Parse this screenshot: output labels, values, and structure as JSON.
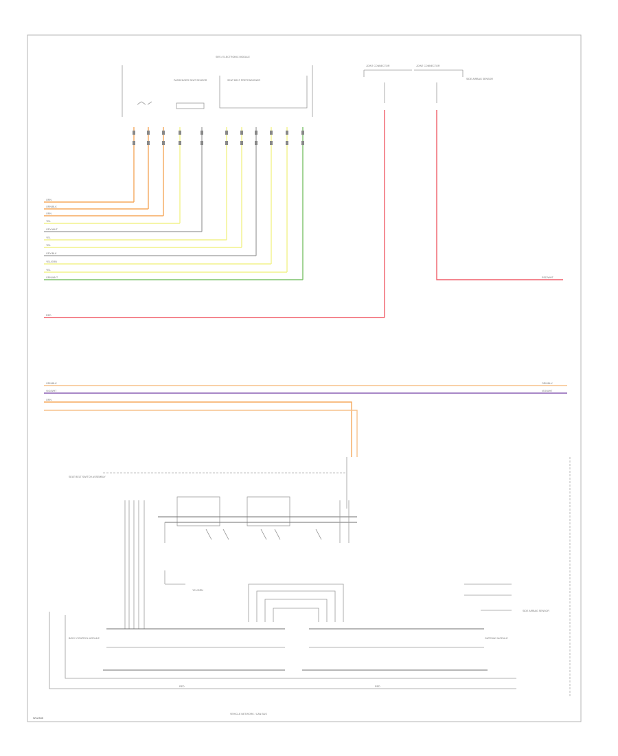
{
  "footer_code": "W12345",
  "colors": {
    "orange": "#f5a85c",
    "light_orange": "#f7c28c",
    "yellow": "#f2f28a",
    "grey": "#9a9a9a",
    "green": "#7cc26a",
    "red": "#f05f6a",
    "purple": "#8a5fb4",
    "tan": "#e6c79a"
  },
  "component_labels": {
    "top_center": "SRS / ELECTRONIC MODULE",
    "seat_sensor": "PASSENGER SEAT SENSOR",
    "pretensioner": "SEAT BELT PRETENSIONER",
    "connector_left": "JOINT CONNECTOR",
    "connector_right": "JOINT CONNECTOR",
    "right_side_note": "SIDE AIRBAG SENSOR",
    "mid_left": "SEAT BELT SWITCH ASSEMBLY",
    "bottom_left_module": "BODY CONTROL MODULE",
    "bottom_right_module": "GATEWAY MODULE",
    "bottom_caption": "VEHICLE NETWORK / CAN BUS"
  },
  "wire_labels": {
    "l1": "ORN",
    "l2": "ORN/BLK",
    "l3": "ORN",
    "l4": "YEL",
    "l5": "GRY/WHT",
    "l6": "YEL",
    "l7": "YEL",
    "l8": "GRY/BLK",
    "l9": "YEL/GRN",
    "l10": "YEL",
    "l11": "GRN/WHT",
    "l12": "RED",
    "l13": "ORN/BLK",
    "l14": "VIO/WHT",
    "l15": "ORN",
    "r1": "RED/WHT",
    "r2": "ORN/BLK",
    "r3": "VIO/WHT"
  }
}
